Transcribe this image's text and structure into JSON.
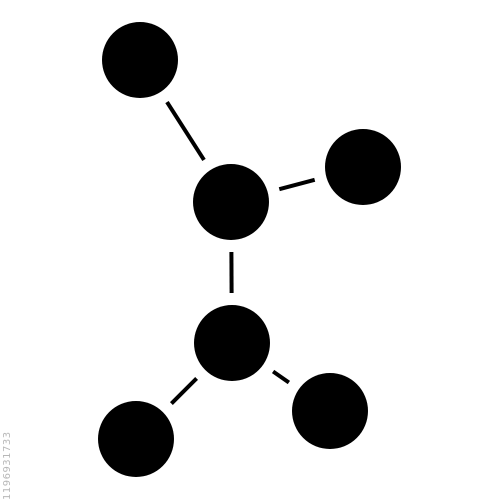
{
  "image": {
    "background_color": "#ffffff",
    "shape_color": "#000000",
    "watermark_text": "1196931733"
  },
  "molecule": {
    "icon": "molecule-icon",
    "nodes": [
      {
        "id": "atom-top-left"
      },
      {
        "id": "atom-upper-center"
      },
      {
        "id": "atom-right"
      },
      {
        "id": "atom-lower-center"
      },
      {
        "id": "atom-bottom-left"
      },
      {
        "id": "atom-bottom-right"
      }
    ],
    "bonds": [
      {
        "from": "atom-top-left",
        "to": "atom-upper-center"
      },
      {
        "from": "atom-upper-center",
        "to": "atom-right"
      },
      {
        "from": "atom-upper-center",
        "to": "atom-lower-center"
      },
      {
        "from": "atom-lower-center",
        "to": "atom-bottom-left"
      },
      {
        "from": "atom-lower-center",
        "to": "atom-bottom-right"
      }
    ]
  }
}
